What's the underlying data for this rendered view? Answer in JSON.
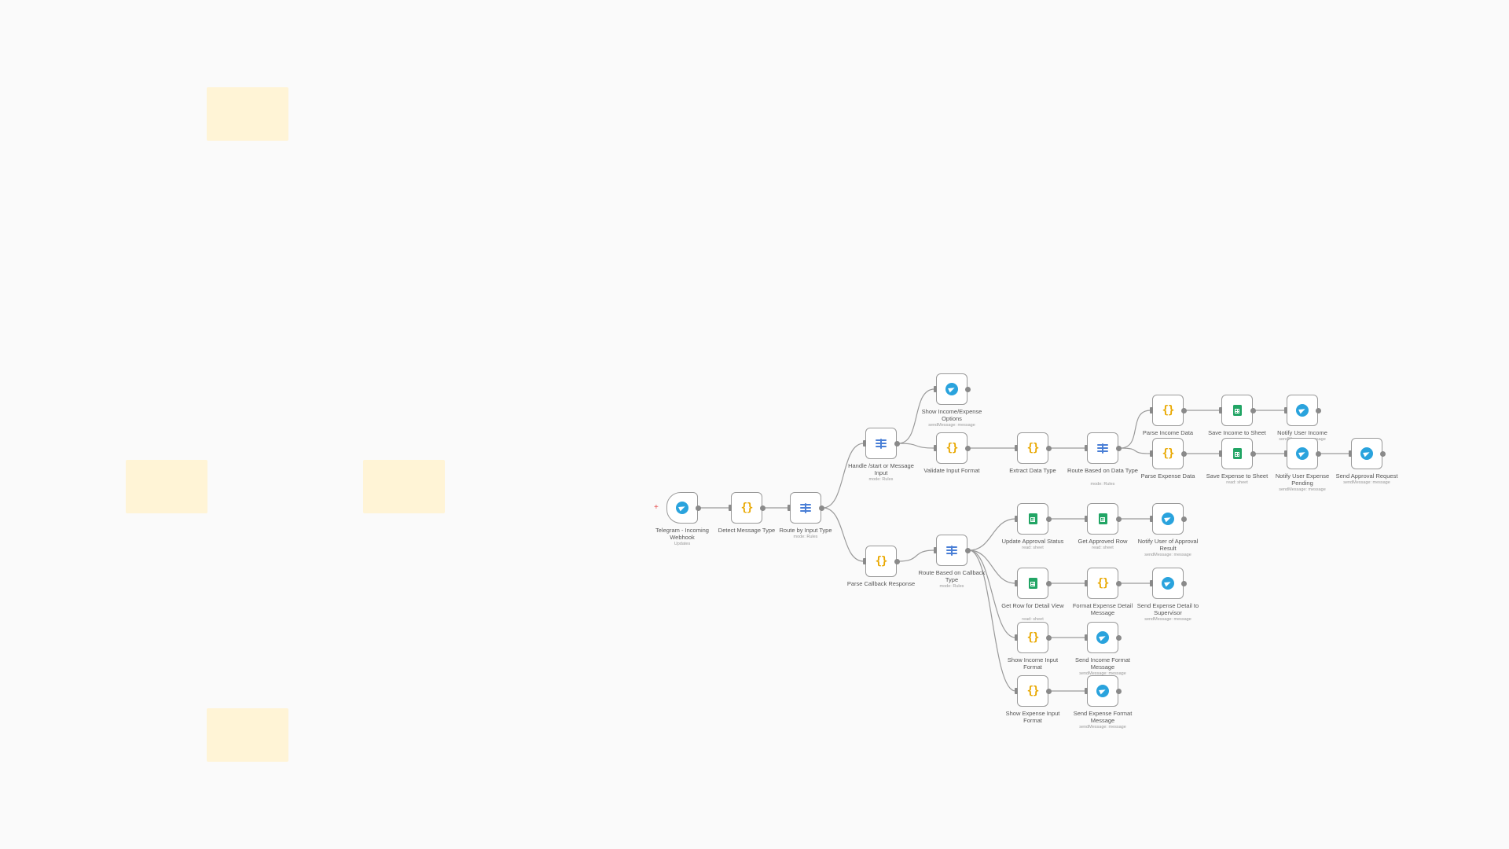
{
  "colors": {
    "background": "#fafafa",
    "sticky_note": "#fff4d6",
    "telegram": "#2aa3dd",
    "code": "#e9a800",
    "sheets": "#22a565",
    "switch": "#4a7fd6",
    "edge": "#9a9a9a"
  },
  "canvas": {
    "add_trigger_symbol": "+"
  },
  "nodes": [
    {
      "id": "n1",
      "name": "Telegram - Incoming Webhook",
      "sub": "Updates",
      "icon": "telegram-icon"
    },
    {
      "id": "n2",
      "name": "Detect Message Type",
      "sub": "",
      "icon": "code-icon"
    },
    {
      "id": "n3",
      "name": "Route by Input Type",
      "sub": "mode: Rules",
      "icon": "switch-icon"
    },
    {
      "id": "n4",
      "name": "Handle /start or Message Input",
      "sub": "mode: Rules",
      "icon": "switch-icon"
    },
    {
      "id": "n5",
      "name": "Show Income/Expense Options",
      "sub": "sendMessage: message",
      "icon": "telegram-icon"
    },
    {
      "id": "n6",
      "name": "Validate Input Format",
      "sub": "",
      "icon": "code-icon"
    },
    {
      "id": "n7",
      "name": "Extract Data Type",
      "sub": "",
      "icon": "code-icon"
    },
    {
      "id": "n8",
      "name": "Route Based on Data Type",
      "sub": "mode: Rules",
      "icon": "switch-icon"
    },
    {
      "id": "n9",
      "name": "Parse Income Data",
      "sub": "",
      "icon": "code-icon"
    },
    {
      "id": "n10",
      "name": "Save Income to Sheet",
      "sub": "",
      "icon": "sheets-icon"
    },
    {
      "id": "n11",
      "name": "Notify User Income",
      "sub": "sendMessage: message",
      "icon": "telegram-icon"
    },
    {
      "id": "n12",
      "name": "Parse Expense Data",
      "sub": "",
      "icon": "code-icon"
    },
    {
      "id": "n13",
      "name": "Save Expense to Sheet",
      "sub": "read: sheet",
      "icon": "sheets-icon"
    },
    {
      "id": "n14",
      "name": "Notify User Expense Pending",
      "sub": "sendMessage: message",
      "icon": "telegram-icon"
    },
    {
      "id": "n15",
      "name": "Send Approval Request",
      "sub": "sendMessage: message",
      "icon": "telegram-icon"
    },
    {
      "id": "n16",
      "name": "Parse Callback Response",
      "sub": "",
      "icon": "code-icon"
    },
    {
      "id": "n17",
      "name": "Route Based on Callback Type",
      "sub": "mode: Rules",
      "icon": "switch-icon"
    },
    {
      "id": "n18",
      "name": "Update Approval Status",
      "sub": "read: sheet",
      "icon": "sheets-icon"
    },
    {
      "id": "n19",
      "name": "Get Approved Row",
      "sub": "read: sheet",
      "icon": "sheets-icon"
    },
    {
      "id": "n20",
      "name": "Notify User of Approval Result",
      "sub": "sendMessage: message",
      "icon": "telegram-icon"
    },
    {
      "id": "n21",
      "name": "Get Row for Detail View",
      "sub": "read: sheet",
      "icon": "sheets-icon"
    },
    {
      "id": "n22",
      "name": "Format Expense Detail Message",
      "sub": "",
      "icon": "code-icon"
    },
    {
      "id": "n23",
      "name": "Send Expense Detail to Supervisor",
      "sub": "sendMessage: message",
      "icon": "telegram-icon"
    },
    {
      "id": "n24",
      "name": "Show Income Input Format",
      "sub": "",
      "icon": "code-icon"
    },
    {
      "id": "n25",
      "name": "Send Income Format Message",
      "sub": "sendMessage: message",
      "icon": "telegram-icon"
    },
    {
      "id": "n26",
      "name": "Show Expense Input Format",
      "sub": "",
      "icon": "code-icon"
    },
    {
      "id": "n27",
      "name": "Send Expense Format Message",
      "sub": "sendMessage: message",
      "icon": "telegram-icon"
    }
  ],
  "connections": [
    [
      "n1",
      "n2"
    ],
    [
      "n2",
      "n3"
    ],
    [
      "n3",
      "n4"
    ],
    [
      "n3",
      "n16"
    ],
    [
      "n4",
      "n5"
    ],
    [
      "n4",
      "n6"
    ],
    [
      "n6",
      "n7"
    ],
    [
      "n7",
      "n8"
    ],
    [
      "n8",
      "n9"
    ],
    [
      "n8",
      "n12"
    ],
    [
      "n9",
      "n10"
    ],
    [
      "n10",
      "n11"
    ],
    [
      "n12",
      "n13"
    ],
    [
      "n13",
      "n14"
    ],
    [
      "n14",
      "n15"
    ],
    [
      "n16",
      "n17"
    ],
    [
      "n17",
      "n18"
    ],
    [
      "n17",
      "n21"
    ],
    [
      "n17",
      "n24"
    ],
    [
      "n17",
      "n26"
    ],
    [
      "n18",
      "n19"
    ],
    [
      "n19",
      "n20"
    ],
    [
      "n21",
      "n22"
    ],
    [
      "n22",
      "n23"
    ],
    [
      "n24",
      "n25"
    ],
    [
      "n26",
      "n27"
    ]
  ]
}
